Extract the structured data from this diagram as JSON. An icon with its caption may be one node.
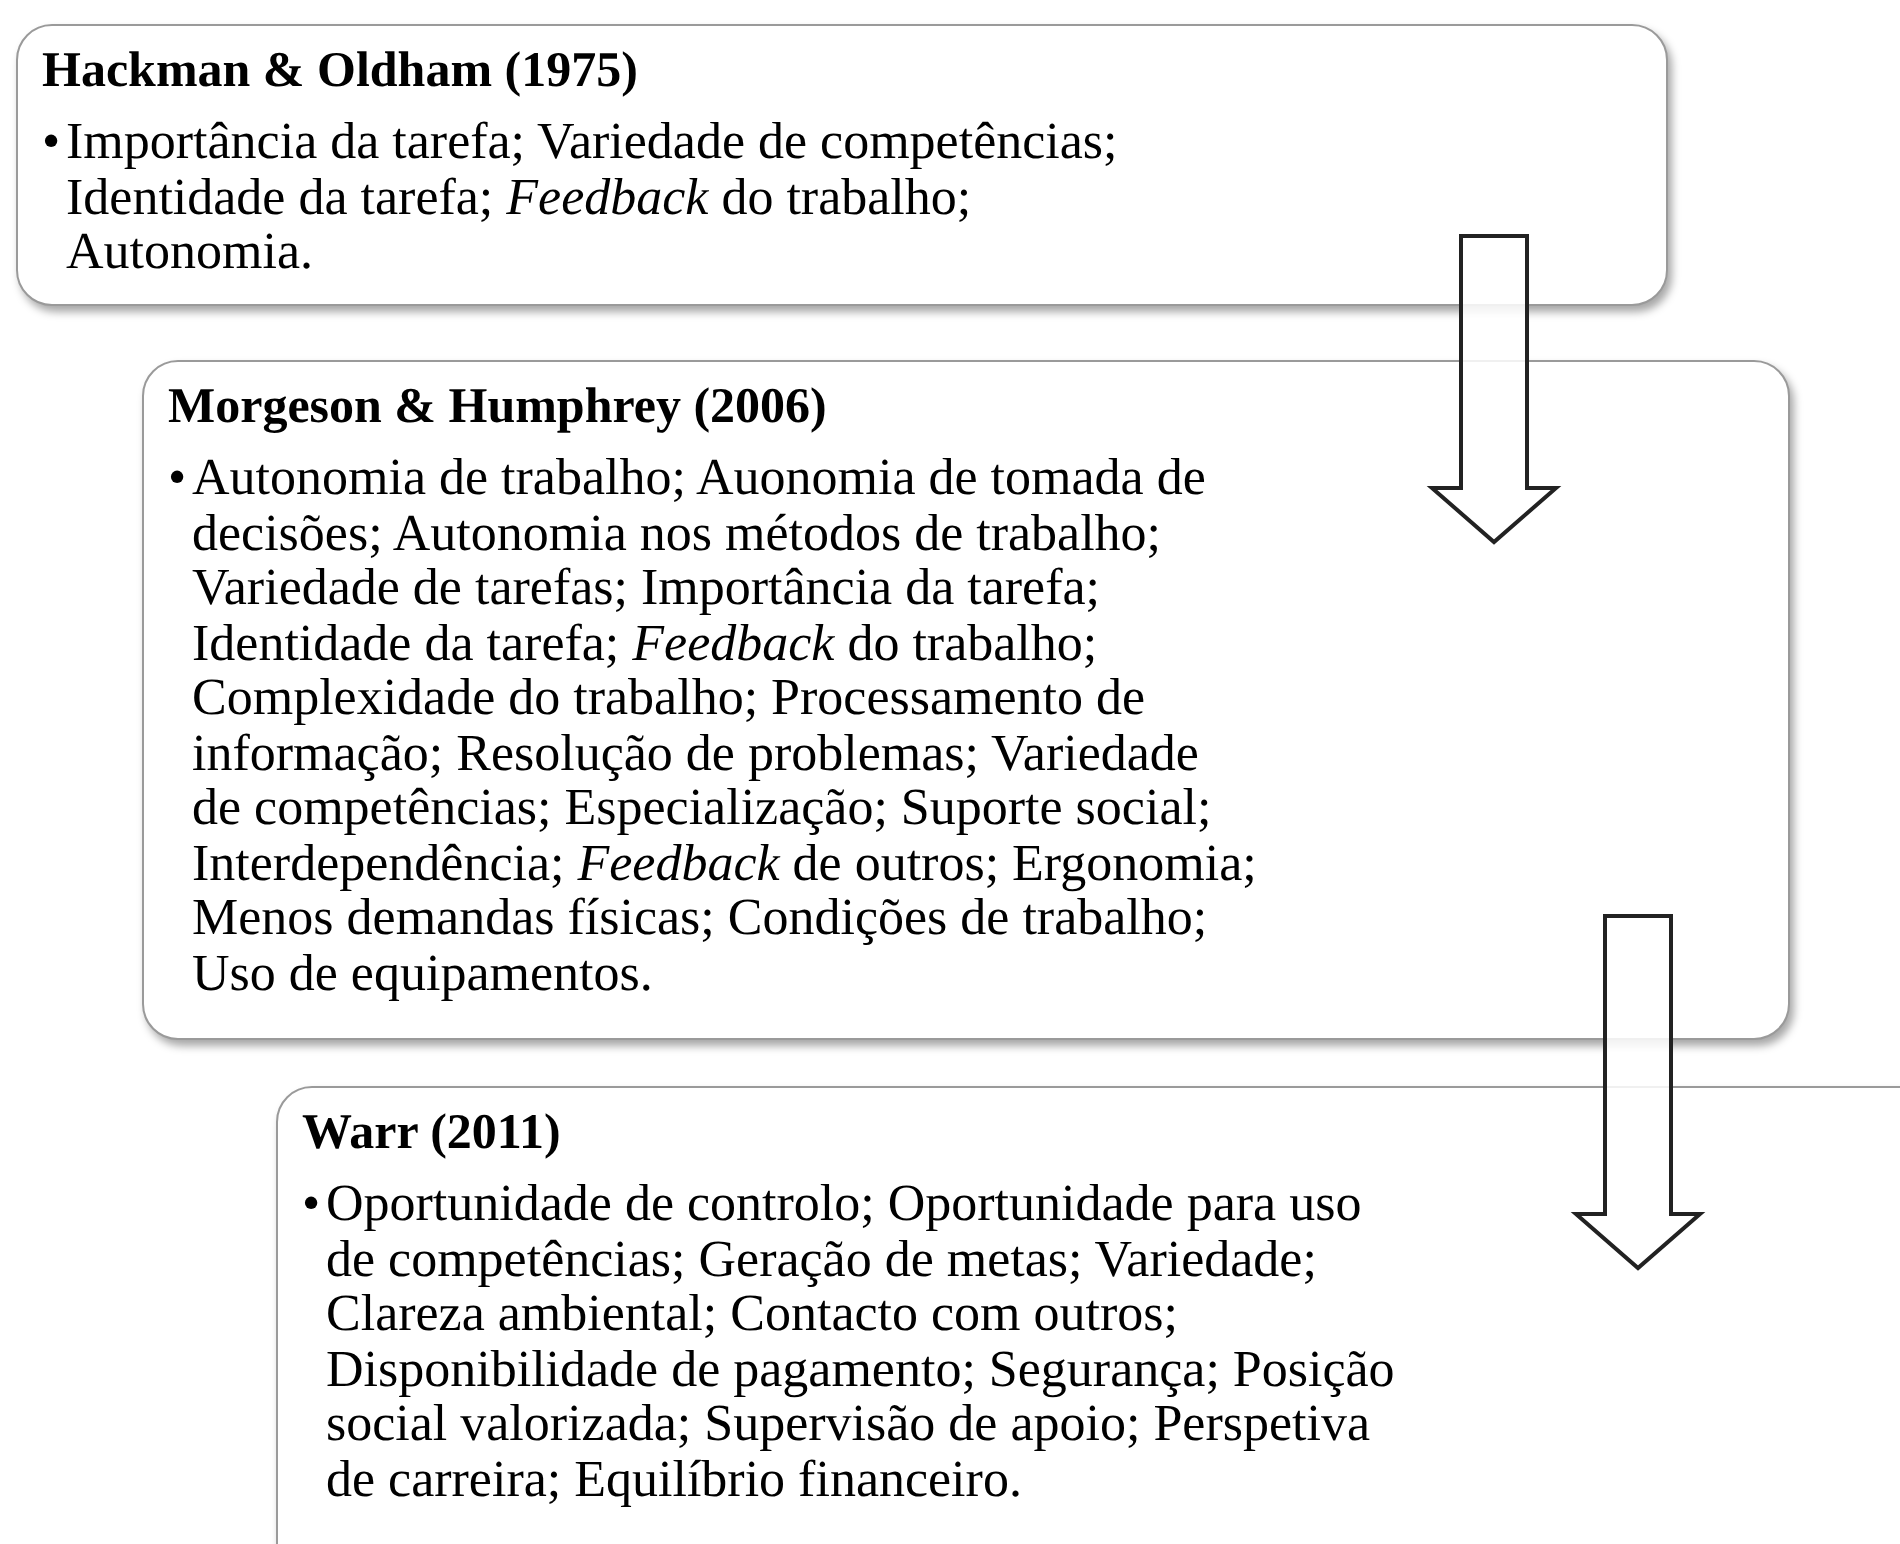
{
  "diagram": {
    "nodes": [
      {
        "text": [
          "Hackman & Oldham (1975)",
          "•",
          "Importância da tarefa; Variedade de competências; Identidade da tarefa; *Feedback* do trabalho; Autonomia."
        ]
      },
      {
        "text": [
          "Morgeson & Humphrey (2006)",
          "•",
          "Autonomia de trabalho; Auonomia de tomada de decisões; Autonomia nos métodos de trabalho; Variedade de tarefas; Importância da tarefa; Identidade da tarefa; *Feedback* do trabalho; Complexidade do trabalho; Processamento de informação; Resolução de problemas; Variedade de competências; Especialização; Suporte social; Interdependência; *Feedback* de outros; Ergonomia; Menos demandas físicas; Condições de trabalho; Uso de equipamentos."
        ]
      },
      {
        "text": [
          "Warr (2011)",
          "•",
          "Oportunidade de controlo; Oportunidade para uso de competências; Geração de metas; Variedade; Clareza ambiental; Contacto com outros; Disponibilidade de pagamento; Segurança; Posição social valorizada; Supervisão de apoio; Perspetiva de carreira; Equilíbrio financeiro."
        ]
      }
    ],
    "edges": [
      {
        "from": 0,
        "to": 1,
        "arrow": "to"
      },
      {
        "from": 1,
        "to": 2,
        "arrow": "to"
      }
    ]
  }
}
